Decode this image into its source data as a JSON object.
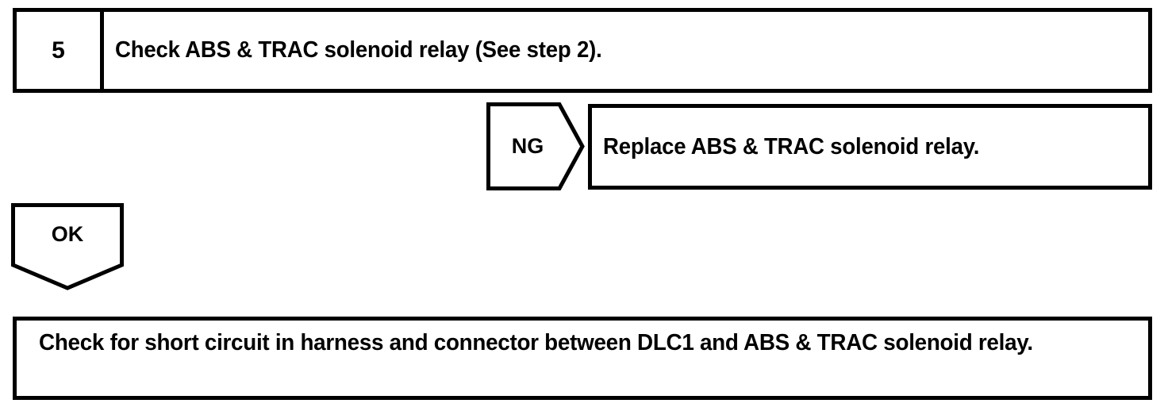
{
  "diagram": {
    "type": "diagnostic-flowchart",
    "colors": {
      "ink": "#000000",
      "paper": "#ffffff"
    },
    "step": {
      "number": "5",
      "instruction": "Check ABS & TRAC solenoid relay (See step 2)."
    },
    "branches": {
      "ng": {
        "label": "NG",
        "shape": "pentagon-right",
        "result": "Replace ABS & TRAC solenoid relay."
      },
      "ok": {
        "label": "OK",
        "shape": "pentagon-down",
        "result": "Check for short circuit in harness and connector between DLC1 and ABS & TRAC solenoid relay."
      }
    }
  }
}
